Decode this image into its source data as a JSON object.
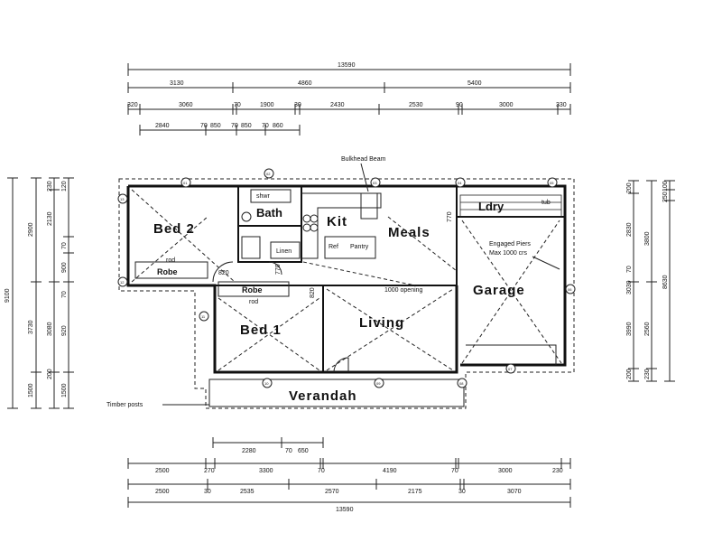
{
  "dimensions": {
    "top_overall": "13590",
    "top_row1": [
      "3130",
      "4860",
      "5400"
    ],
    "top_row2": [
      "320",
      "3060",
      "70",
      "1900",
      "30",
      "2430",
      "2530",
      "90",
      "3000",
      "330"
    ],
    "top_row3": [
      "2840",
      "70",
      "850",
      "70",
      "850",
      "70",
      "860"
    ],
    "bottom_row0": [
      "2280",
      "70",
      "650"
    ],
    "bottom_row1": [
      "2500",
      "270",
      "3300",
      "70",
      "4190",
      "70",
      "3000",
      "230"
    ],
    "bottom_row2": [
      "2500",
      "30",
      "2535",
      "2570",
      "2175",
      "30",
      "3070"
    ],
    "bottom_overall": "13590",
    "left_overall": "9100",
    "left_col1": [
      "2900",
      "3730",
      "1500"
    ],
    "left_col2": [
      "230",
      "2130",
      "3080",
      "200"
    ],
    "left_col3": [
      "120",
      "70",
      "900",
      "70",
      "920",
      "1500"
    ],
    "right_col1": [
      "200",
      "2830",
      "70",
      "3030",
      "3990",
      "200"
    ],
    "right_col2": [
      "3800",
      "2560",
      "230"
    ],
    "right_col3": [
      "100",
      "250",
      "8630"
    ]
  },
  "rooms": {
    "bed2": "Bed  2",
    "robe_top": "Robe",
    "bed1": "Bed  1",
    "robe_bed1": "Robe",
    "bath": "Bath",
    "kit": "Kit",
    "meals": "Meals",
    "ldry": "Ldry",
    "garage": "Garage",
    "living": "Living",
    "verandah": "Verandah",
    "ref": "Ref",
    "pantry": "Pantry",
    "linen": "Linen"
  },
  "notes": {
    "bulkhead_beam": "Bulkhead Beam",
    "engaged_piers": "Engaged Piers",
    "max_spacing": "Max 1000 crs",
    "opening": "1000 opening",
    "timber_posts": "Timber posts",
    "rod_bed2": "rod",
    "rod_bed1": "rod",
    "door_820": "820",
    "door_770a": "770",
    "door_770b": "770",
    "door_820b": "820",
    "bath_shower": "shwr",
    "ldry_tub": "tub"
  },
  "posts": [
    "01",
    "02",
    "03",
    "04",
    "05",
    "06",
    "07",
    "08",
    "09",
    "10",
    "11",
    "12",
    "13"
  ],
  "colors": {
    "line": "#111111",
    "paper": "#ffffff"
  }
}
